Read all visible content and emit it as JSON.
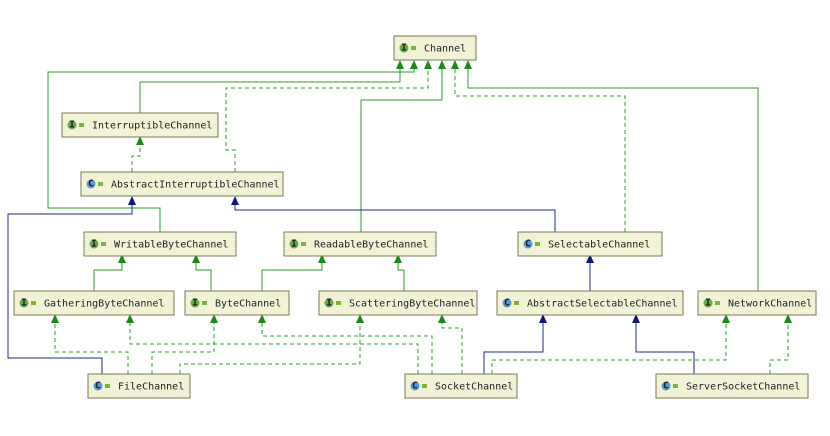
{
  "nodes": [
    {
      "id": "channel",
      "kind": "interface",
      "badge": "I",
      "label": "Channel"
    },
    {
      "id": "interruptible",
      "kind": "interface",
      "badge": "I",
      "label": "InterruptibleChannel"
    },
    {
      "id": "abstract-interruptible",
      "kind": "class",
      "badge": "C",
      "label": "AbstractInterruptibleChannel"
    },
    {
      "id": "writable",
      "kind": "interface",
      "badge": "I",
      "label": "WritableByteChannel"
    },
    {
      "id": "readable",
      "kind": "interface",
      "badge": "I",
      "label": "ReadableByteChannel"
    },
    {
      "id": "selectable",
      "kind": "class",
      "badge": "C",
      "label": "SelectableChannel"
    },
    {
      "id": "gathering",
      "kind": "interface",
      "badge": "I",
      "label": "GatheringByteChannel"
    },
    {
      "id": "byte",
      "kind": "interface",
      "badge": "I",
      "label": "ByteChannel"
    },
    {
      "id": "scattering",
      "kind": "interface",
      "badge": "I",
      "label": "ScatteringByteChannel"
    },
    {
      "id": "abstract-selectable",
      "kind": "class",
      "badge": "C",
      "label": "AbstractSelectableChannel"
    },
    {
      "id": "network",
      "kind": "interface",
      "badge": "I",
      "label": "NetworkChannel"
    },
    {
      "id": "file",
      "kind": "class",
      "badge": "C",
      "label": "FileChannel"
    },
    {
      "id": "socket",
      "kind": "class",
      "badge": "C",
      "label": "SocketChannel"
    },
    {
      "id": "server-socket",
      "kind": "class",
      "badge": "C",
      "label": "ServerSocketChannel"
    }
  ],
  "colors": {
    "box_fill": "#f2f2d6",
    "box_border": "#7a7a52",
    "interface_extends": "#2e9e2e",
    "class_extends": "#1f2a8a",
    "interface_badge": "#6aa84f",
    "class_badge": "#5b9bd5"
  }
}
